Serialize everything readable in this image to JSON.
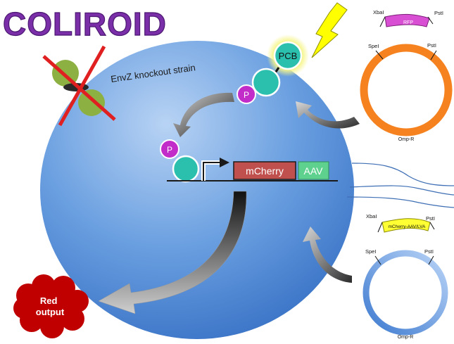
{
  "title": "COLIROID",
  "cell": {
    "label": "EnvZ knockout strain"
  },
  "pcb_label": "PCB",
  "phospho_label": "P",
  "gene_construct": {
    "reporter": "mCherry",
    "tag": "AAV"
  },
  "output_label": "Red output",
  "plasmid_top": {
    "insert_label": "RFP",
    "insert_site_left": "XbaI",
    "insert_site_right": "PstI",
    "backbone_site_left": "SpeI",
    "backbone_site_right": "PstI",
    "backbone_label": "Omp-R"
  },
  "plasmid_bottom": {
    "insert_label": "mCherry-AAV/LVA",
    "insert_site_left": "XbaI",
    "insert_site_right": "PstI",
    "backbone_site_left": "SpeI",
    "backbone_site_right": "PstI",
    "backbone_label": "Omp-R"
  },
  "colors": {
    "title": "#7a2fa8",
    "cell": "#5b8fd6",
    "teal": "#2bbfae",
    "magenta": "#c22dc9",
    "olive": "#8db043",
    "mcherry_box": "#c0504d",
    "aav_box": "#5fd18f",
    "red_x": "#e02020",
    "lightning": "#ffff00",
    "plasmid_top": "#f5821f",
    "plasmid_bottom": "#5d8fd6",
    "rfp_insert": "#d94fd4",
    "mcherry_insert": "#ffff33",
    "output_blob": "#c00000"
  }
}
